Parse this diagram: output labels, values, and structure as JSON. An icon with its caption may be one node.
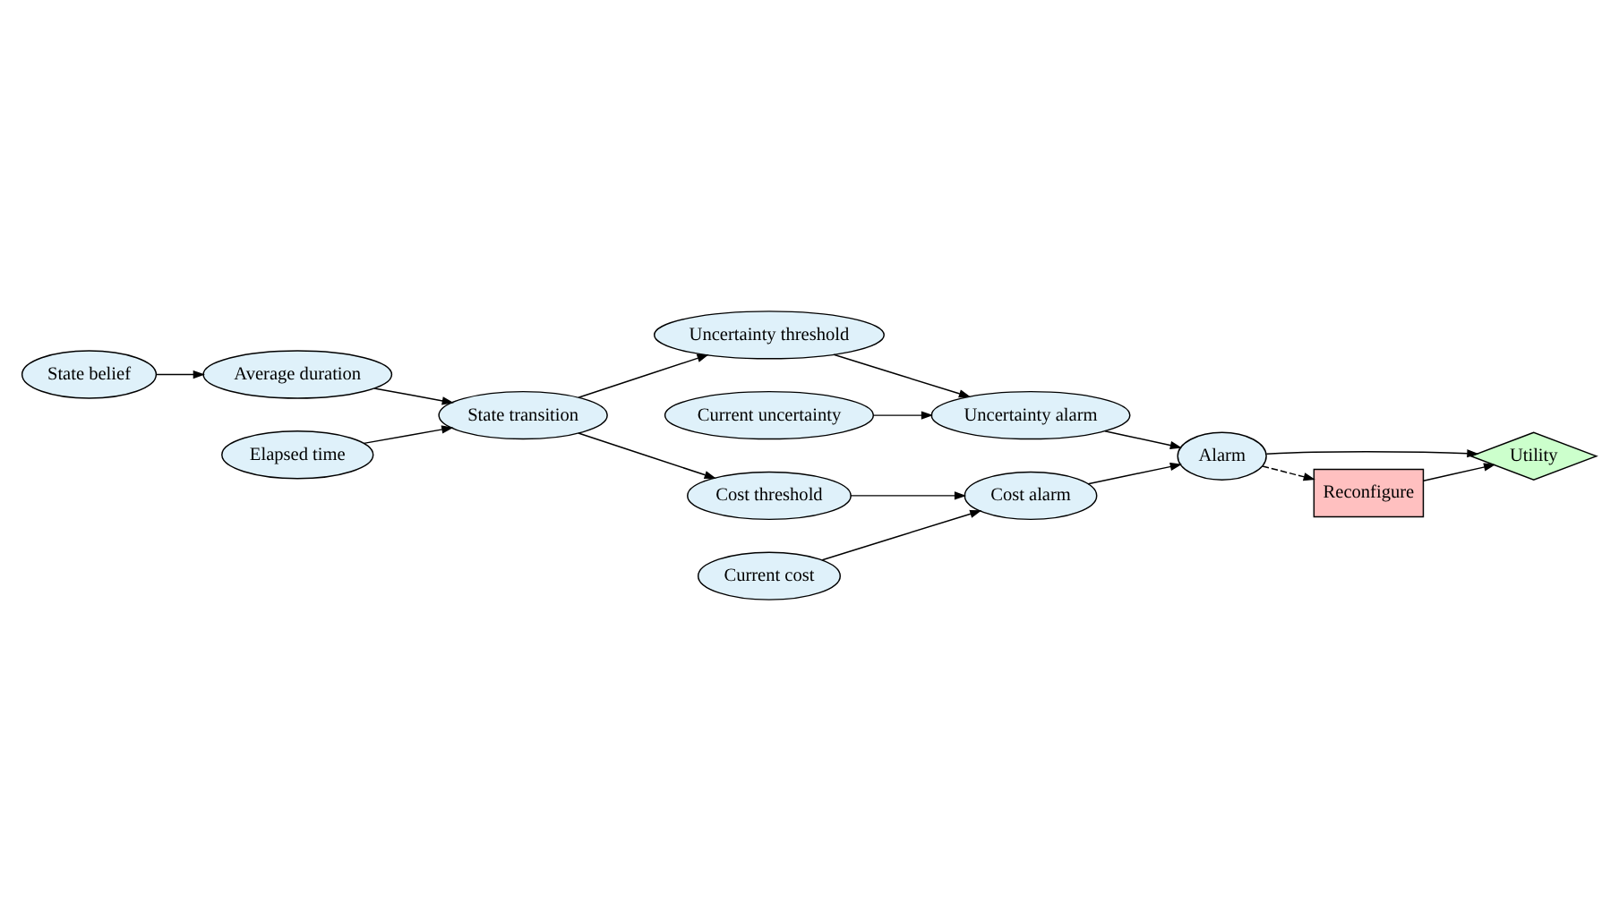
{
  "diagram": {
    "nodes": [
      {
        "text": [
          "State belief"
        ]
      },
      {
        "text": [
          "Average duration"
        ]
      },
      {
        "text": [
          "Elapsed time"
        ]
      },
      {
        "text": [
          "State transition"
        ]
      },
      {
        "text": [
          "Current uncertainty"
        ]
      },
      {
        "text": [
          "Uncertainty threshold"
        ]
      },
      {
        "text": [
          "Uncertainty alarm"
        ]
      },
      {
        "text": [
          "Alarm"
        ]
      },
      {
        "text": [
          "Utility"
        ]
      },
      {
        "text": [
          "Cost threshold"
        ]
      },
      {
        "text": [
          "Cost alarm"
        ]
      },
      {
        "text": [
          "Reconfigure"
        ]
      },
      {
        "text": [
          "Current cost"
        ]
      }
    ],
    "edges": [
      {
        "from": 0,
        "to": 1,
        "arrow": "to"
      },
      {
        "from": 1,
        "to": 3,
        "arrow": "to"
      },
      {
        "from": 2,
        "to": 3,
        "arrow": "to"
      },
      {
        "from": 3,
        "to": 5,
        "arrow": "to"
      },
      {
        "from": 3,
        "to": 9,
        "arrow": "to"
      },
      {
        "from": 4,
        "to": 6,
        "arrow": "to"
      },
      {
        "from": 5,
        "to": 6,
        "arrow": "to"
      },
      {
        "from": 6,
        "to": 7,
        "arrow": "to"
      },
      {
        "from": 7,
        "to": 8,
        "arrow": "to"
      },
      {
        "from": 7,
        "to": 11,
        "arrow": "to",
        "style": "dashed"
      },
      {
        "from": 11,
        "to": 8,
        "arrow": "to"
      },
      {
        "from": 9,
        "to": 10,
        "arrow": "to"
      },
      {
        "from": 12,
        "to": 10,
        "arrow": "to"
      },
      {
        "from": 10,
        "to": 7,
        "arrow": "to"
      }
    ]
  }
}
